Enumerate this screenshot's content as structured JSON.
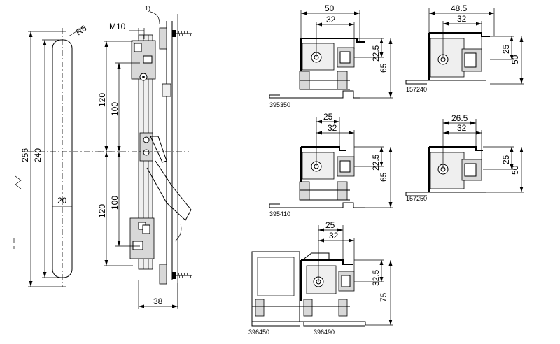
{
  "handle": {
    "radius_label": "R5",
    "total_length": "256",
    "hole_distance": "240",
    "width": "20",
    "note_marker": "1)"
  },
  "hardware": {
    "thread_label": "M10",
    "upper_outer": "120",
    "upper_inner": "100",
    "lower_outer": "120",
    "lower_inner": "100",
    "depth": "38"
  },
  "profiles": [
    {
      "code": "395350",
      "outer_width": "50",
      "inner_width": "32",
      "offset": "22.5",
      "height": "65"
    },
    {
      "code": "157240",
      "outer_width": "48.5",
      "inner_width": "32",
      "offset": "25",
      "height": "50"
    },
    {
      "code": "395410",
      "outer_width": "25",
      "inner_width": "32",
      "offset": "22.5",
      "height": "65"
    },
    {
      "code": "157250",
      "outer_width": "26.5",
      "inner_width": "32",
      "offset": "25",
      "height": "50"
    },
    {
      "code_left": "396450",
      "code_right": "396490",
      "outer_width": "25",
      "inner_width": "32",
      "offset": "32.5",
      "height": "75"
    }
  ]
}
